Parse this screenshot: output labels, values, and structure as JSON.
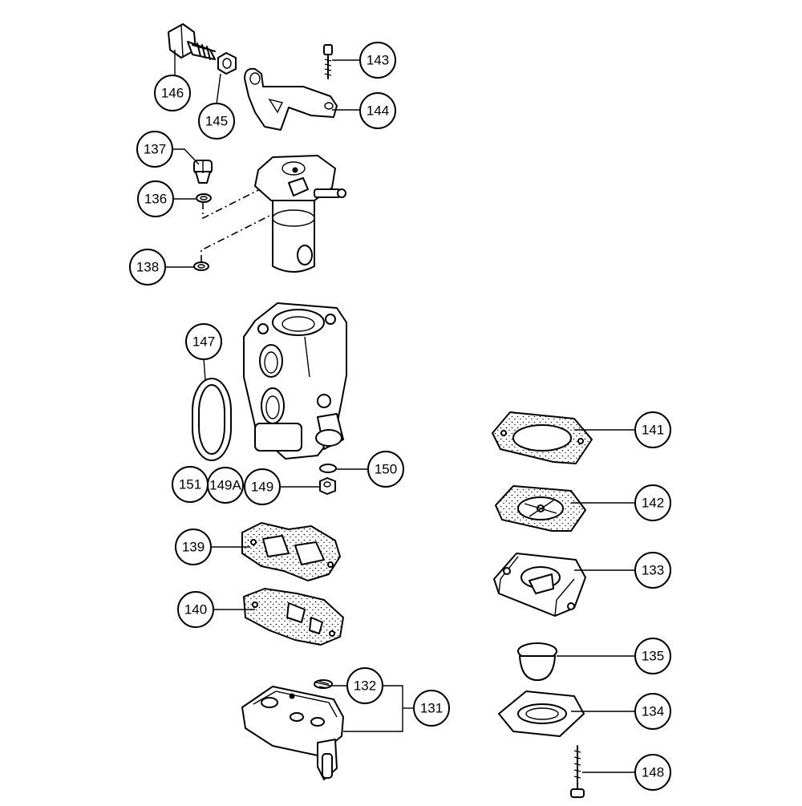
{
  "callouts": [
    {
      "id": "143",
      "label": "143"
    },
    {
      "id": "144",
      "label": "144"
    },
    {
      "id": "145",
      "label": "145"
    },
    {
      "id": "146",
      "label": "146"
    },
    {
      "id": "137",
      "label": "137"
    },
    {
      "id": "136",
      "label": "136"
    },
    {
      "id": "138",
      "label": "138"
    },
    {
      "id": "147",
      "label": "147"
    },
    {
      "id": "150",
      "label": "150"
    },
    {
      "id": "151",
      "label": "151"
    },
    {
      "id": "149A",
      "label": "149A"
    },
    {
      "id": "149",
      "label": "149"
    },
    {
      "id": "139",
      "label": "139"
    },
    {
      "id": "140",
      "label": "140"
    },
    {
      "id": "132",
      "label": "132"
    },
    {
      "id": "131",
      "label": "131"
    },
    {
      "id": "141",
      "label": "141"
    },
    {
      "id": "142",
      "label": "142"
    },
    {
      "id": "133",
      "label": "133"
    },
    {
      "id": "135",
      "label": "135"
    },
    {
      "id": "134",
      "label": "134"
    },
    {
      "id": "148",
      "label": "148"
    }
  ]
}
